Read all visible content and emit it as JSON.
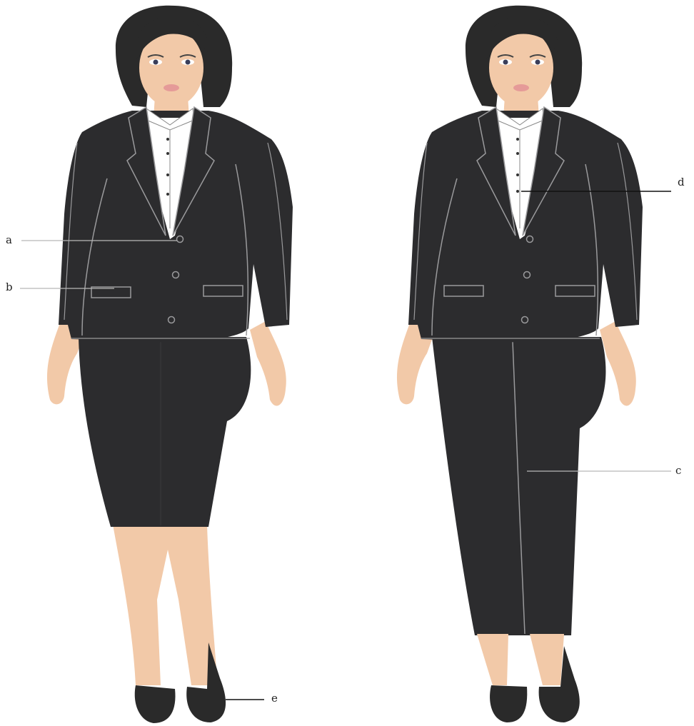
{
  "labels": {
    "a": "a",
    "b": "b",
    "c": "c",
    "d": "d",
    "e": "e"
  },
  "colors": {
    "suit": "#2c2c2e",
    "seam": "#9a9a9c",
    "hair": "#2a2a2a",
    "skin": "#f2c9a8",
    "shirt": "#ffffff",
    "lips": "#e59a98",
    "leader_light": "#b8b8b8",
    "leader_dark": "#111111"
  },
  "figures": [
    {
      "name": "woman-in-skirt-suit",
      "bottom": "skirt"
    },
    {
      "name": "woman-in-trouser-suit",
      "bottom": "trousers"
    }
  ]
}
